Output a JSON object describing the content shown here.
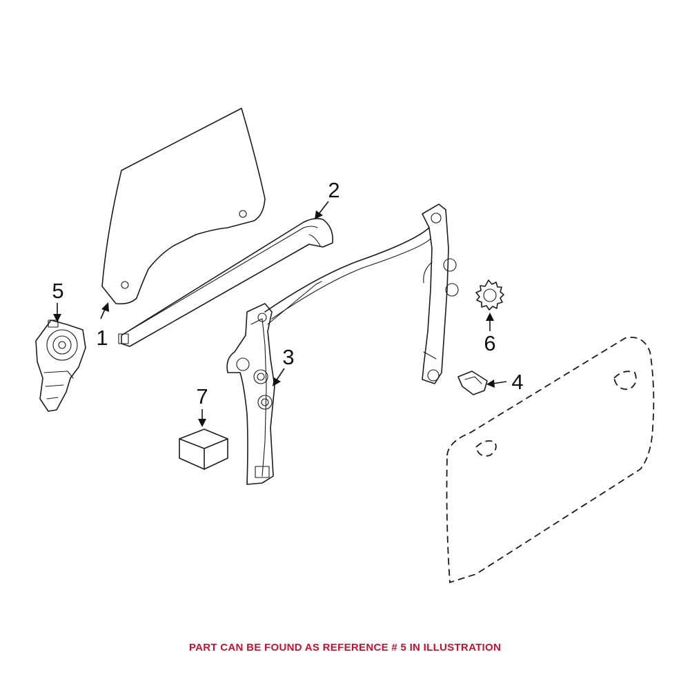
{
  "callouts": {
    "c1": "1",
    "c2": "2",
    "c3": "3",
    "c4": "4",
    "c5": "5",
    "c6": "6",
    "c7": "7"
  },
  "footer": {
    "note": "PART CAN BE FOUND AS REFERENCE # 5 IN ILLUSTRATION",
    "color": "#c8102e"
  },
  "parts": {
    "p1": "door-window-glass",
    "p2": "window-guide-channel",
    "p3": "window-regulator",
    "p4": "regulator-clip",
    "p5": "window-regulator-motor",
    "p6": "sprocket-gear",
    "p7": "repair-kit-box"
  }
}
